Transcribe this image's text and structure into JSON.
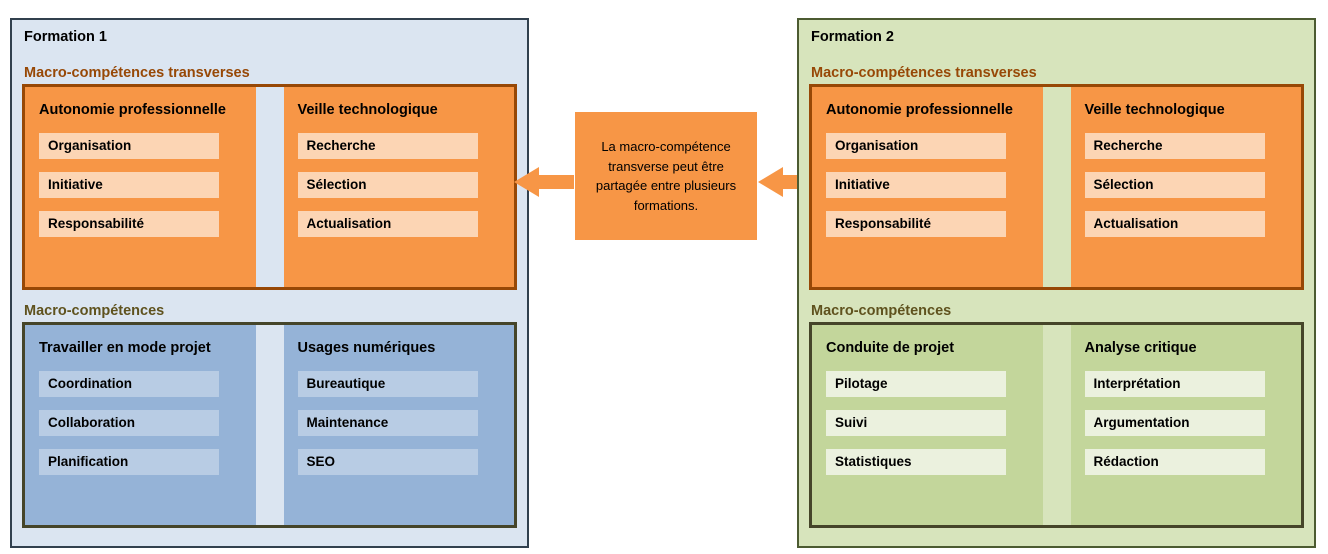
{
  "panels": [
    {
      "title": "Formation 1",
      "sections": [
        {
          "label": "Macro-compétences transverses",
          "columns": [
            {
              "title": "Autonomie professionnelle",
              "items": [
                "Organisation",
                "Initiative",
                "Responsabilité"
              ]
            },
            {
              "title": "Veille technologique",
              "items": [
                "Recherche",
                "Sélection",
                "Actualisation"
              ]
            }
          ]
        },
        {
          "label": "Macro-compétences",
          "columns": [
            {
              "title": "Travailler en mode projet",
              "items": [
                "Coordination",
                "Collaboration",
                "Planification"
              ]
            },
            {
              "title": "Usages numériques",
              "items": [
                "Bureautique",
                "Maintenance",
                "SEO"
              ]
            }
          ]
        }
      ]
    },
    {
      "title": "Formation 2",
      "sections": [
        {
          "label": "Macro-compétences transverses",
          "columns": [
            {
              "title": "Autonomie professionnelle",
              "items": [
                "Organisation",
                "Initiative",
                "Responsabilité"
              ]
            },
            {
              "title": "Veille technologique",
              "items": [
                "Recherche",
                "Sélection",
                "Actualisation"
              ]
            }
          ]
        },
        {
          "label": "Macro-compétences",
          "columns": [
            {
              "title": "Conduite de projet",
              "items": [
                "Pilotage",
                "Suivi",
                "Statistiques"
              ]
            },
            {
              "title": "Analyse critique",
              "items": [
                "Interprétation",
                "Argumentation",
                "Rédaction"
              ]
            }
          ]
        }
      ]
    }
  ],
  "callout": {
    "text": "La macro-compétence transverse peut être partagée entre plusieurs formations."
  },
  "colors": {
    "orange": "#f79646",
    "orange_item": "#fcd5b4",
    "orange_border": "#974806",
    "blue_panel": "#dbe5f1",
    "blue_column": "#95b3d7",
    "blue_item": "#b8cce4",
    "green_panel": "#d7e4bc",
    "green_column": "#c3d69b",
    "green_item": "#ebf1de",
    "dark_border": "#454529",
    "label_transverses": "#974806",
    "label_macro": "#5f521e"
  }
}
